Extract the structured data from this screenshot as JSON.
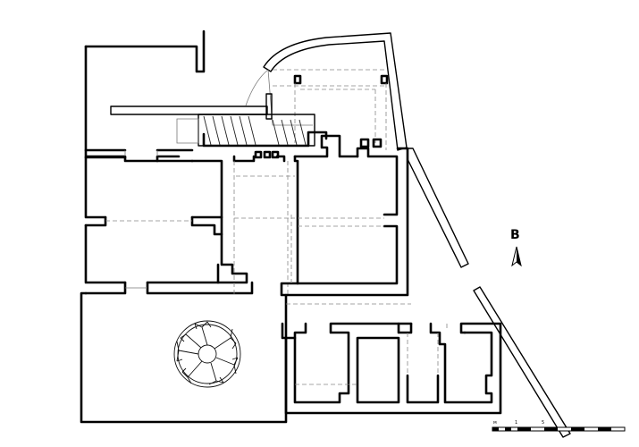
{
  "north_arrow": {
    "label": "B",
    "icon": "north-arrow-icon"
  },
  "scale_bar": {
    "labels": [
      "м",
      "1",
      "5"
    ],
    "segments": 10
  },
  "colors": {
    "ink": "#000000",
    "dashed": "#888888",
    "paper": "#ffffff"
  }
}
